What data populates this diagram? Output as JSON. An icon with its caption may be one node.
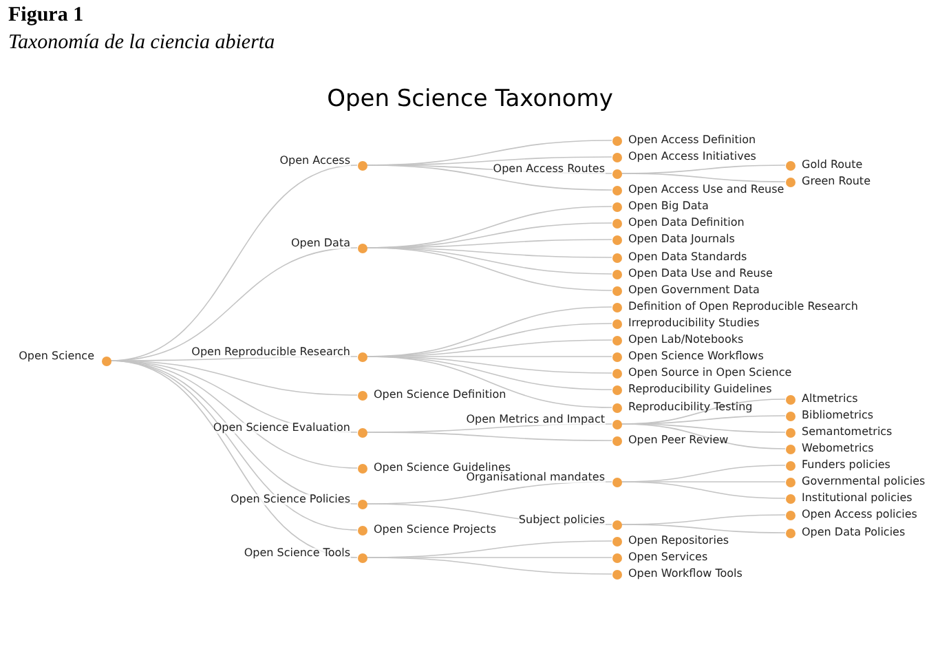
{
  "diagram": {
    "title": "Open Science Taxonomy",
    "labels": [
      "Figura 1",
      "Taxonomía de la ciencia abierta"
    ],
    "nodes": [
      {
        "text": [
          "Open Science"
        ]
      },
      {
        "text": [
          "Open Access"
        ]
      },
      {
        "text": [
          "Open Data"
        ]
      },
      {
        "text": [
          "Open Reproducible Research"
        ]
      },
      {
        "text": [
          "Open Science Definition"
        ]
      },
      {
        "text": [
          "Open Science Evaluation"
        ]
      },
      {
        "text": [
          "Open Science Guidelines"
        ]
      },
      {
        "text": [
          "Open Science Policies"
        ]
      },
      {
        "text": [
          "Open Science Projects"
        ]
      },
      {
        "text": [
          "Open Science Tools"
        ]
      },
      {
        "text": [
          "Open Access Definition"
        ]
      },
      {
        "text": [
          "Open Access Initiatives"
        ]
      },
      {
        "text": [
          "Open Access Routes"
        ]
      },
      {
        "text": [
          "Open Access Use and Reuse"
        ]
      },
      {
        "text": [
          "Open Big Data"
        ]
      },
      {
        "text": [
          "Open Data Definition"
        ]
      },
      {
        "text": [
          "Open Data Journals"
        ]
      },
      {
        "text": [
          "Open Data Standards"
        ]
      },
      {
        "text": [
          "Open Data Use and Reuse"
        ]
      },
      {
        "text": [
          "Open Government Data"
        ]
      },
      {
        "text": [
          "Definition of Open Reproducible Research"
        ]
      },
      {
        "text": [
          "Irreproducibility Studies"
        ]
      },
      {
        "text": [
          "Open Lab/Notebooks"
        ]
      },
      {
        "text": [
          "Open Science Workflows"
        ]
      },
      {
        "text": [
          "Open Source in Open Science"
        ]
      },
      {
        "text": [
          "Reproducibility Guidelines"
        ]
      },
      {
        "text": [
          "Reproducibility Testing"
        ]
      },
      {
        "text": [
          "Open Metrics and Impact"
        ]
      },
      {
        "text": [
          "Open Peer Review"
        ]
      },
      {
        "text": [
          "Organisational mandates"
        ]
      },
      {
        "text": [
          "Subject policies"
        ]
      },
      {
        "text": [
          "Open Repositories"
        ]
      },
      {
        "text": [
          "Open Services"
        ]
      },
      {
        "text": [
          "Open Workflow Tools"
        ]
      },
      {
        "text": [
          "Gold Route"
        ]
      },
      {
        "text": [
          "Green Route"
        ]
      },
      {
        "text": [
          "Altmetrics"
        ]
      },
      {
        "text": [
          "Bibliometrics"
        ]
      },
      {
        "text": [
          "Semantometrics"
        ]
      },
      {
        "text": [
          "Webometrics"
        ]
      },
      {
        "text": [
          "Funders policies"
        ]
      },
      {
        "text": [
          "Governmental policies"
        ]
      },
      {
        "text": [
          "Institutional policies"
        ]
      },
      {
        "text": [
          "Open Access policies"
        ]
      },
      {
        "text": [
          "Open Data Policies"
        ]
      }
    ],
    "edges": [
      {
        "from": 0,
        "to": 1,
        "arrow": "none"
      },
      {
        "from": 0,
        "to": 2,
        "arrow": "none"
      },
      {
        "from": 0,
        "to": 3,
        "arrow": "none"
      },
      {
        "from": 0,
        "to": 4,
        "arrow": "none"
      },
      {
        "from": 0,
        "to": 5,
        "arrow": "none"
      },
      {
        "from": 0,
        "to": 6,
        "arrow": "none"
      },
      {
        "from": 0,
        "to": 7,
        "arrow": "none"
      },
      {
        "from": 0,
        "to": 8,
        "arrow": "none"
      },
      {
        "from": 0,
        "to": 9,
        "arrow": "none"
      },
      {
        "from": 1,
        "to": 10,
        "arrow": "none"
      },
      {
        "from": 1,
        "to": 11,
        "arrow": "none"
      },
      {
        "from": 1,
        "to": 12,
        "arrow": "none"
      },
      {
        "from": 1,
        "to": 13,
        "arrow": "none"
      },
      {
        "from": 2,
        "to": 14,
        "arrow": "none"
      },
      {
        "from": 2,
        "to": 15,
        "arrow": "none"
      },
      {
        "from": 2,
        "to": 16,
        "arrow": "none"
      },
      {
        "from": 2,
        "to": 17,
        "arrow": "none"
      },
      {
        "from": 2,
        "to": 18,
        "arrow": "none"
      },
      {
        "from": 2,
        "to": 19,
        "arrow": "none"
      },
      {
        "from": 3,
        "to": 20,
        "arrow": "none"
      },
      {
        "from": 3,
        "to": 21,
        "arrow": "none"
      },
      {
        "from": 3,
        "to": 22,
        "arrow": "none"
      },
      {
        "from": 3,
        "to": 23,
        "arrow": "none"
      },
      {
        "from": 3,
        "to": 24,
        "arrow": "none"
      },
      {
        "from": 3,
        "to": 25,
        "arrow": "none"
      },
      {
        "from": 3,
        "to": 26,
        "arrow": "none"
      },
      {
        "from": 5,
        "to": 27,
        "arrow": "none"
      },
      {
        "from": 5,
        "to": 28,
        "arrow": "none"
      },
      {
        "from": 7,
        "to": 29,
        "arrow": "none"
      },
      {
        "from": 7,
        "to": 30,
        "arrow": "none"
      },
      {
        "from": 9,
        "to": 31,
        "arrow": "none"
      },
      {
        "from": 9,
        "to": 32,
        "arrow": "none"
      },
      {
        "from": 9,
        "to": 33,
        "arrow": "none"
      },
      {
        "from": 12,
        "to": 34,
        "arrow": "none"
      },
      {
        "from": 12,
        "to": 35,
        "arrow": "none"
      },
      {
        "from": 27,
        "to": 36,
        "arrow": "none"
      },
      {
        "from": 27,
        "to": 37,
        "arrow": "none"
      },
      {
        "from": 27,
        "to": 38,
        "arrow": "none"
      },
      {
        "from": 27,
        "to": 39,
        "arrow": "none"
      },
      {
        "from": 29,
        "to": 40,
        "arrow": "none"
      },
      {
        "from": 29,
        "to": 41,
        "arrow": "none"
      },
      {
        "from": 29,
        "to": 42,
        "arrow": "none"
      },
      {
        "from": 30,
        "to": 43,
        "arrow": "none"
      },
      {
        "from": 30,
        "to": 44,
        "arrow": "none"
      }
    ]
  }
}
